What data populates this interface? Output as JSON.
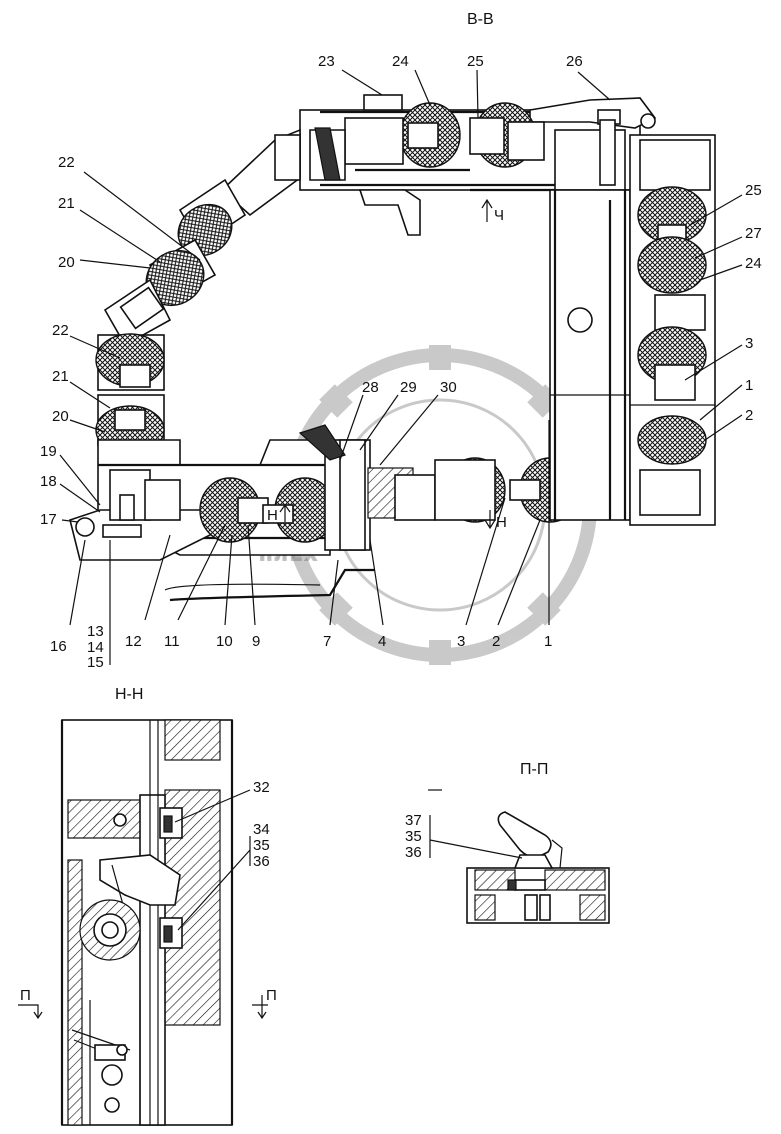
{
  "sections": {
    "bb": {
      "title": "В-В"
    },
    "nn": {
      "title": "Н-Н"
    },
    "pp": {
      "title": "П-П"
    }
  },
  "markers": {
    "ch": "Ч",
    "n": "Н",
    "p_left": "П",
    "p_right": "П"
  },
  "callouts": {
    "c1": "1",
    "c2": "2",
    "c3": "3",
    "c4": "4",
    "c7": "7",
    "c9": "9",
    "c10": "10",
    "c11": "11",
    "c12": "12",
    "c13": "13",
    "c14": "14",
    "c15": "15",
    "c16": "16",
    "c17": "17",
    "c18": "18",
    "c19": "19",
    "c20": "20",
    "c21": "21",
    "c22": "22",
    "c23": "23",
    "c24": "24",
    "c25": "25",
    "c26": "26",
    "c27": "27",
    "c28": "28",
    "c29": "29",
    "c30": "30",
    "c32": "32",
    "c34": "34",
    "c35": "35",
    "c36": "36",
    "c37": "37",
    "r1": "1",
    "r2": "2",
    "r3": "3",
    "r20": "20",
    "r21": "21",
    "r22": "22",
    "r24": "24",
    "r25": "25",
    "r35": "35",
    "r36": "36"
  },
  "watermark": {
    "text": "ПЛЕХ"
  }
}
